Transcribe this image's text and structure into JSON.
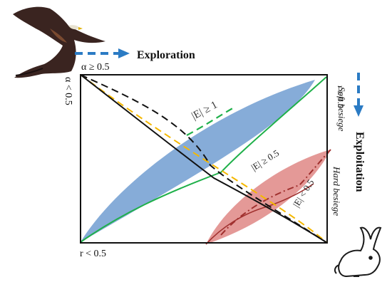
{
  "arrows": {
    "exploration": "Exploration",
    "exploitation": "Exploitation"
  },
  "conditions": {
    "alpha_ge": "α ≥ 0.5",
    "alpha_lt": "α < 0.5",
    "r_ge": "r ≥ 0.5",
    "r_lt": "r < 0.5"
  },
  "strategies": {
    "soft": "Soft besiege",
    "hard": "Hard besiege"
  },
  "energy_regions": {
    "ge_1": "|E| ≥ 1",
    "ge_05": "|E| ≥ 0.5",
    "lt_05": "|E| < 0.5"
  },
  "icons": {
    "hawk": "hawk-icon",
    "rabbit": "rabbit-icon"
  },
  "colors": {
    "arrow_blue": "#2b7bc4",
    "blue_region": "#7fa8d6",
    "red_region": "#e39391",
    "green_line": "#1fb04a",
    "yellow_line": "#f5b800",
    "dark_red_line": "#a0302e"
  }
}
